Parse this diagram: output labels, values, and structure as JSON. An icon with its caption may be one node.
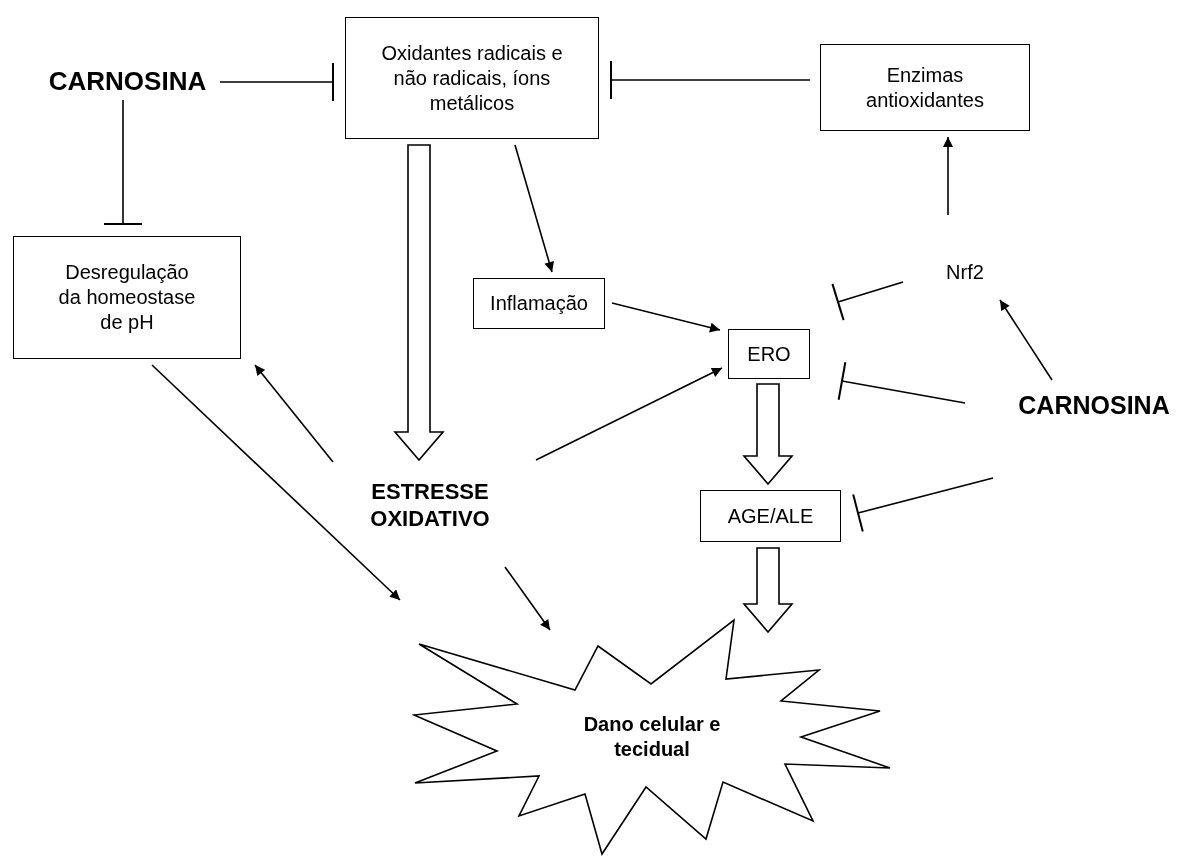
{
  "diagram": {
    "nodes": [
      {
        "text": [
          "CARNOSINA"
        ]
      },
      {
        "text": [
          "Oxidantes radicais e não radicais, íons metálicos"
        ]
      },
      {
        "text": [
          "Enzimas antioxidantes"
        ]
      },
      {
        "text": [
          "Desregulação da homeostase de pH"
        ]
      },
      {
        "text": [
          "Inflamação"
        ]
      },
      {
        "text": [
          "Nrf2"
        ]
      },
      {
        "text": [
          "ERO"
        ]
      },
      {
        "text": [
          "CARNOSINA"
        ]
      },
      {
        "text": [
          "ESTRESSE OXIDATIVO"
        ]
      },
      {
        "text": [
          "AGE/ALE"
        ]
      },
      {
        "text": [
          "Dano celular e tecidual"
        ]
      }
    ],
    "edges": [
      {
        "from": 0,
        "to": 1,
        "arrow": "other"
      },
      {
        "from": 0,
        "to": 3,
        "arrow": "other"
      },
      {
        "from": 2,
        "to": 1,
        "arrow": "other"
      },
      {
        "from": 1,
        "to": 8,
        "arrow": "to",
        "style": "thick"
      },
      {
        "from": 1,
        "to": 4,
        "arrow": "to"
      },
      {
        "from": 4,
        "to": 6,
        "arrow": "to"
      },
      {
        "from": 5,
        "to": 2,
        "arrow": "to"
      },
      {
        "from": 7,
        "to": 5,
        "arrow": "to"
      },
      {
        "from": 5,
        "to": 6,
        "arrow": "other"
      },
      {
        "from": 7,
        "to": 6,
        "arrow": "other"
      },
      {
        "from": 7,
        "to": 9,
        "arrow": "other"
      },
      {
        "from": 6,
        "to": 9,
        "arrow": "to",
        "style": "thick"
      },
      {
        "from": 9,
        "to": 10,
        "arrow": "to",
        "style": "thick"
      },
      {
        "from": 8,
        "to": 3,
        "arrow": "to"
      },
      {
        "from": 8,
        "to": 6,
        "arrow": "to"
      },
      {
        "from": 8,
        "to": 10,
        "arrow": "to"
      },
      {
        "from": 3,
        "to": 10,
        "arrow": "to"
      }
    ]
  }
}
